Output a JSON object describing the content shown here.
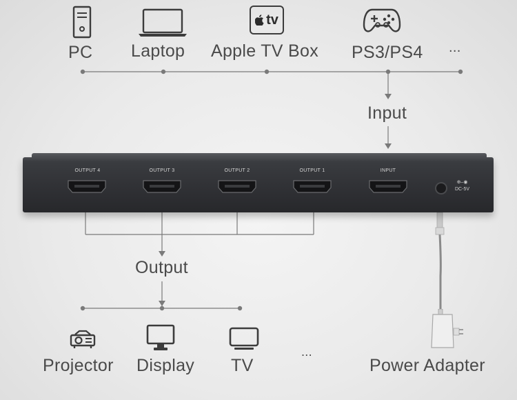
{
  "sources": [
    {
      "label": "PC",
      "icon": "pc-tower-icon"
    },
    {
      "label": "Laptop",
      "icon": "laptop-icon"
    },
    {
      "label": "Apple TV Box",
      "icon": "apple-tv-icon",
      "logo_text": "tv"
    },
    {
      "label": "PS3/PS4",
      "icon": "gamepad-icon"
    }
  ],
  "sources_more": "...",
  "input_label": "Input",
  "output_label": "Output",
  "ports": [
    "OUTPUT 4",
    "OUTPUT 3",
    "OUTPUT 2",
    "OUTPUT 1",
    "INPUT"
  ],
  "dc_label": "DC-5V",
  "displays": [
    {
      "label": "Projector",
      "icon": "projector-icon"
    },
    {
      "label": "Display",
      "icon": "monitor-icon"
    },
    {
      "label": "TV",
      "icon": "tv-icon"
    }
  ],
  "displays_more": "...",
  "power_label": "Power Adapter",
  "colors": {
    "device": "#2f3034",
    "line": "#777777",
    "text": "#4a4a4a"
  }
}
